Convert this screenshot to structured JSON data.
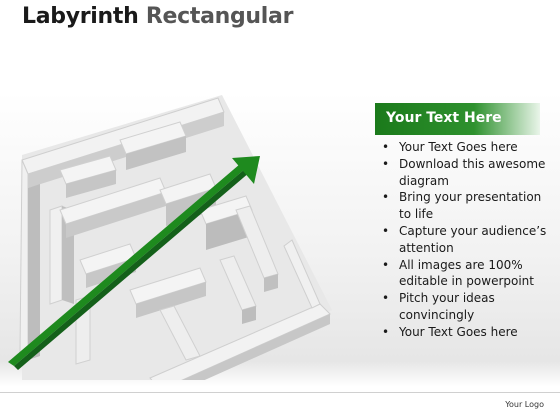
{
  "title": {
    "bold": "Labyrinth",
    "rest": "Rectangular"
  },
  "panel": {
    "header": "Your Text Here",
    "bullets": [
      "Your Text Goes here",
      "Download this awesome diagram",
      "Bring your presentation to life",
      "Capture your audience’s attention",
      "All images are 100% editable in powerpoint",
      "Pitch your ideas convincingly",
      "Your Text Goes here"
    ]
  },
  "footer": {
    "logo": "Your Logo"
  },
  "colors": {
    "accent_green": "#1b7a1b",
    "arrow_green": "#1e8a1e",
    "maze_light": "#ececec",
    "maze_mid": "#d4d4d4",
    "maze_dark": "#b4b4b4"
  }
}
